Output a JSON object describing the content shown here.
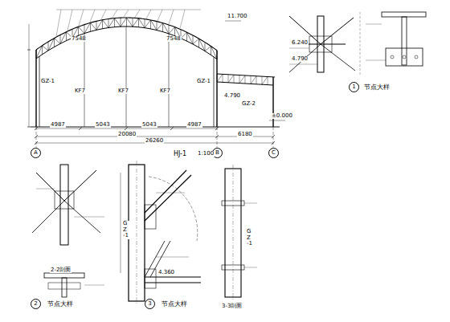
{
  "diagram": {
    "nodes": [
      {
        "text": [
          "A"
        ]
      },
      {
        "text": [
          "B"
        ]
      },
      {
        "text": [
          "C"
        ]
      },
      {
        "text": [
          "1"
        ]
      },
      {
        "text": [
          "2"
        ]
      },
      {
        "text": [
          "3"
        ]
      }
    ],
    "labels": [
      "GZ-1",
      "KF7",
      "KF7",
      "KF7",
      "GZ-1",
      "GZ-2",
      "7548",
      "7548",
      "11.700",
      "4.790",
      "±0.000",
      "4987",
      "5043",
      "5043",
      "4987",
      "20080",
      "6180",
      "26260",
      "HJ-1",
      "1:100",
      "节点大样",
      "6.240",
      "4.790",
      "节点大样",
      "2-2剖面",
      "节点大样",
      "3-3剖面",
      "GZ-1",
      "GZ-1",
      "4.360"
    ]
  }
}
